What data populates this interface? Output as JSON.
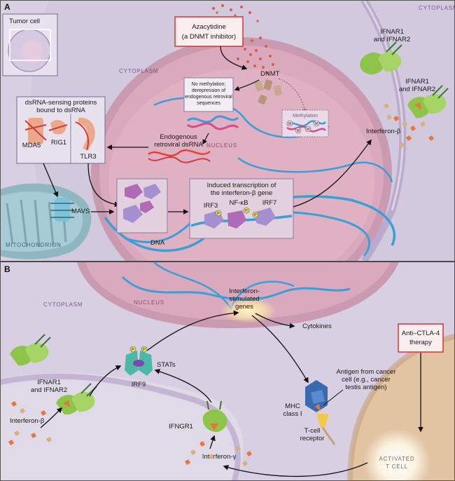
{
  "panel_a": {
    "letter": "A",
    "tumor_cell": "Tumor cell",
    "azacytidine_line1": "Azacytidine",
    "azacytidine_line2": "(a DNMT inhibitor)",
    "cytoplasm_left": "CYTOPLASM",
    "cytoplasm_right": "CYTOPLASM",
    "nucleus": "NUCLEUS",
    "mitochondrion": "MITOCHONDRION",
    "dna": "DNA",
    "dnmt": "DNMT",
    "no_methylation_1": "No methylation;",
    "no_methylation_2": "derepression of",
    "no_methylation_3": "endogenous retroviral",
    "no_methylation_4": "sequences",
    "methylation": "Methylation",
    "methyl_mark": "M",
    "dsrna_box_1": "dsRNA-sensing proteins",
    "dsrna_box_2": "bound to dsRNA",
    "mda5": "MDA5",
    "rig1": "RIG1",
    "tlr3": "TLR3",
    "endogenous_1": "Endogenous",
    "endogenous_2": "retroviral dsRNA",
    "mavs": "MAVS",
    "induced_1": "Induced transcription of",
    "induced_2": "the interferon-β gene",
    "irf3": "IRF3",
    "nfkb": "NF-κB",
    "irf7": "IRF7",
    "phospho": "P",
    "ifnar_top_1": "IFNAR1",
    "ifnar_top_2": "and IFNAR2",
    "ifnar_mid_1": "IFNAR1",
    "ifnar_mid_2": "and IFNAR2",
    "interferon_beta": "Interferon-β"
  },
  "panel_b": {
    "letter": "B",
    "cytoplasm": "CYTOPLASM",
    "nucleus": "NUCLEUS",
    "isg_1": "Interferon-",
    "isg_2": "stimulated",
    "isg_3": "genes",
    "cytokines": "Cytokines",
    "anti_ctla4_1": "Anti–CTLA-4",
    "anti_ctla4_2": "therapy",
    "ifnar_1": "IFNAR1",
    "ifnar_2": "and IFNAR2",
    "interferon_beta": "Interferon-β",
    "stats": "STATs",
    "irf9": "IRF9",
    "phospho": "P",
    "antigen_1": "Antigen from cancer",
    "antigen_2": "cell (e.g., cancer",
    "antigen_3": "testis antigen)",
    "mhc_1": "MHC",
    "mhc_2": "class I",
    "tcr_1": "T-cell",
    "tcr_2": "receptor",
    "ifngr1": "IFNGR1",
    "interferon_gamma": "Interferon-γ",
    "activated_1": "ACTIVATED",
    "activated_2": "T CELL"
  },
  "colors": {
    "cytoplasm_bg": "#d8d0e2",
    "nucleus_bg": "#d9a6b8",
    "membrane": "#9b86b4",
    "red_box": "#d42a2a",
    "dna": "#3a9fd6",
    "receptor_green": "#8fc44a",
    "tcell": "#e2c3a2"
  }
}
